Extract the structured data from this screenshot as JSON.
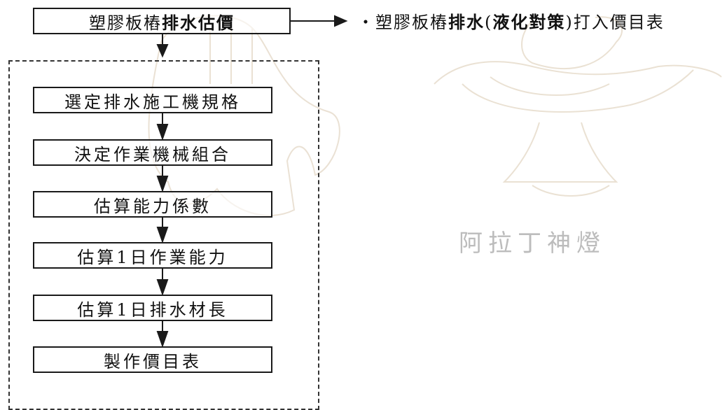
{
  "top": {
    "part1": "塑膠板樁",
    "part2": "排水估價"
  },
  "note": {
    "bullet": "・",
    "t1": "塑膠板樁",
    "t2": "排水",
    "t3": "(",
    "t4": "液化對策",
    "t5": ")打入價目表"
  },
  "steps": [
    "選定排水施工機規格",
    "決定作業機械組合",
    "估算能力係數",
    "估算1日作業能力",
    "估算1日排水材長",
    "製作價目表"
  ],
  "watermark": "阿拉丁神燈",
  "colors": {
    "line": "#1a1a1a",
    "watermark": "#bcbcbc"
  }
}
